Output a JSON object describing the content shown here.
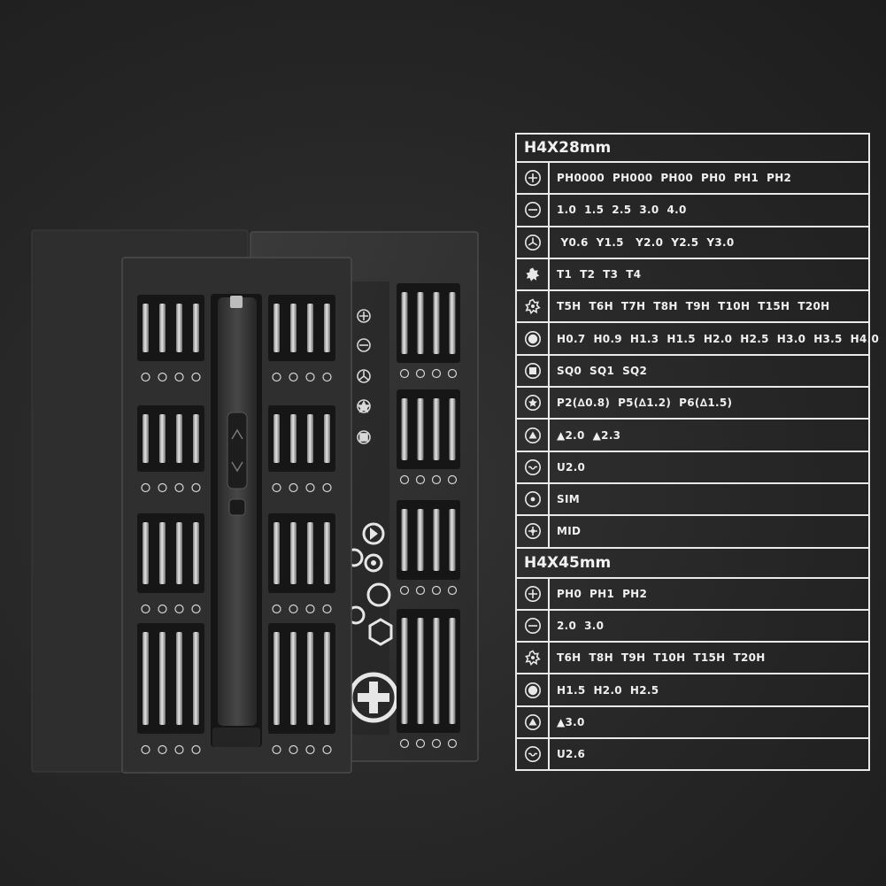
{
  "spec_table": {
    "sections": [
      {
        "title": "H4X28mm",
        "rows": [
          {
            "icon": "phillips-icon",
            "text": "PH0000  PH000  PH00  PH0  PH1  PH2"
          },
          {
            "icon": "slotted-icon",
            "text": "1.0  1.5  2.5  3.0  4.0"
          },
          {
            "icon": "tri-wing-icon",
            "text": " Y0.6  Y1.5   Y2.0  Y2.5  Y3.0"
          },
          {
            "icon": "torx-icon",
            "text": "T1  T2  T3  T4"
          },
          {
            "icon": "torx-security-icon",
            "text": "T5H  T6H  T7H  T8H  T9H  T10H  T15H  T20H"
          },
          {
            "icon": "hex-icon",
            "text": "H0.7  H0.9  H1.3  H1.5  H2.0  H2.5  H3.0  H3.5  H4.0"
          },
          {
            "icon": "square-icon",
            "text": "SQ0  SQ1  SQ2"
          },
          {
            "icon": "pentalobe-icon",
            "text": "P2(∆0.8)  P5(∆1.2)  P6(∆1.5)"
          },
          {
            "icon": "triangle-icon",
            "text": "▲2.0  ▲2.3"
          },
          {
            "icon": "u-type-icon",
            "text": "U2.0"
          },
          {
            "icon": "sim-icon",
            "text": "SIM"
          },
          {
            "icon": "mid-icon",
            "text": "MID"
          }
        ]
      },
      {
        "title": "H4X45mm",
        "rows": [
          {
            "icon": "phillips-icon",
            "text": "PH0  PH1  PH2"
          },
          {
            "icon": "slotted-icon",
            "text": "2.0  3.0"
          },
          {
            "icon": "torx-security-icon",
            "text": "T6H  T8H  T9H  T10H  T15H  T20H"
          },
          {
            "icon": "hex-icon",
            "text": "H1.5  H2.0  H2.5"
          },
          {
            "icon": "triangle-icon",
            "text": "▲3.0"
          },
          {
            "icon": "u-type-icon",
            "text": "U2.6"
          }
        ]
      }
    ]
  },
  "colors": {
    "background": "#262626",
    "case_front": "#2d2d2d",
    "case_back": "#3a3a3a",
    "table_lines": "#e9e9e9",
    "bit_metal": "#c9c9c9"
  }
}
